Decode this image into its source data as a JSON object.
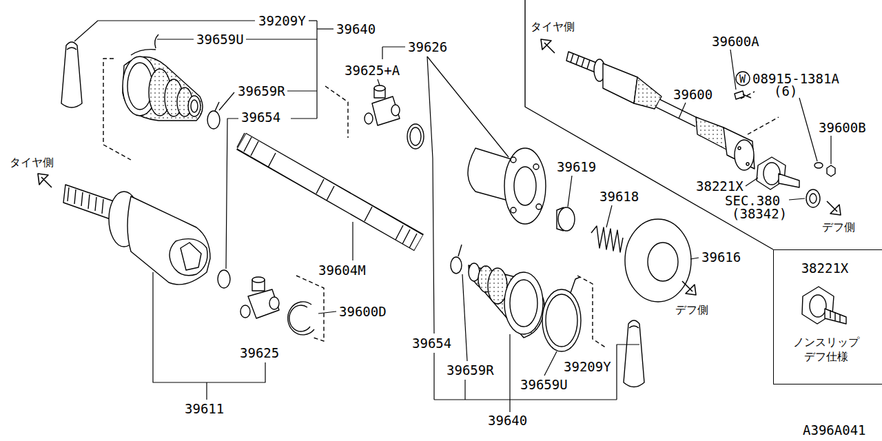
{
  "diagram": {
    "nodes": [
      {
        "text": [
          "38221X",
          "ノンスリップ デフ仕様"
        ]
      }
    ],
    "labels": [
      "39209Y",
      "39640",
      "39659U",
      "39626",
      "39625+A",
      "39659R",
      "39654",
      "タイヤ側",
      "39604M",
      "39600D",
      "39625",
      "39611",
      "39619",
      "39618",
      "39616",
      "デフ側",
      "39654",
      "39659R",
      "39659U",
      "39209Y",
      "39640",
      "タイヤ側",
      "39600A",
      "W",
      "08915-1381A",
      "(6)",
      "39600",
      "39600B",
      "38221X",
      "SEC.380",
      "(38342)",
      "デフ側",
      "A396A041"
    ]
  }
}
